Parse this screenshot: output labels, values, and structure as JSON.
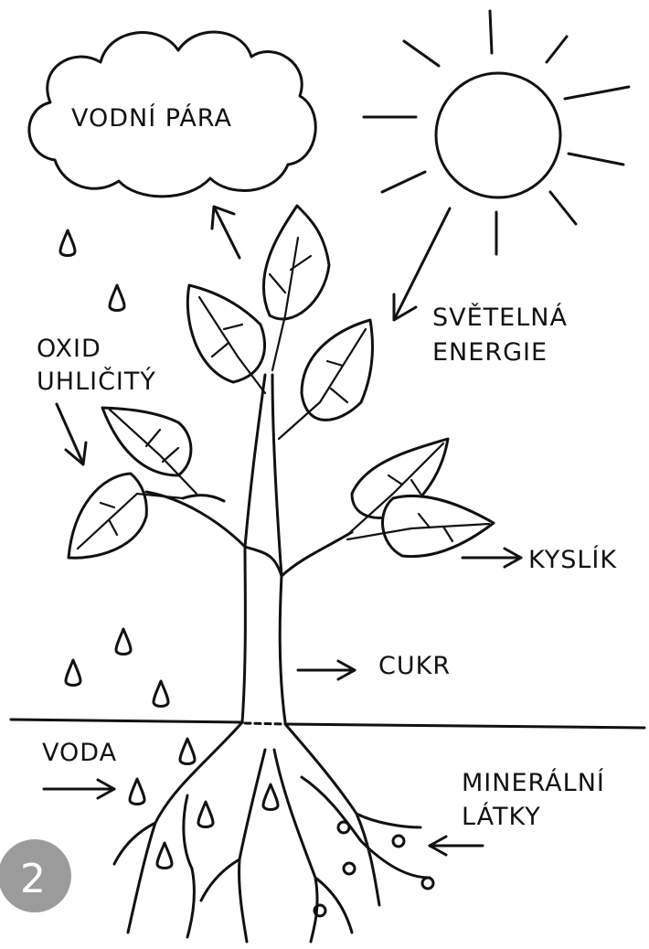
{
  "labels": {
    "water_vapor": "VODNÍ PÁRA",
    "light_energy_1": "SVĚTELNÁ",
    "light_energy_2": "ENERGIE",
    "co2_1": "OXID",
    "co2_2": "UHLIČITÝ",
    "oxygen": "KYSLÍK",
    "sugar": "CUKR",
    "water": "VODA",
    "minerals_1": "MINERÁLNÍ",
    "minerals_2": "LÁTKY"
  },
  "badge": {
    "number": "2"
  },
  "colors": {
    "ink": "#111111",
    "badge": "#9b9b9b",
    "background": "#ffffff"
  }
}
